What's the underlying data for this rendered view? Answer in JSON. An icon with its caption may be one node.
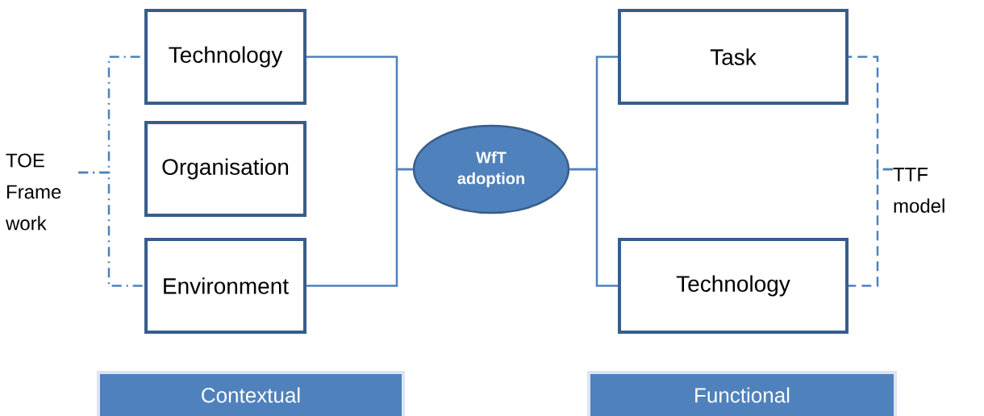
{
  "diagram": {
    "nodes": [
      {
        "text": [
          "Technology"
        ]
      },
      {
        "text": [
          "Organisation"
        ]
      },
      {
        "text": [
          "Environment"
        ]
      },
      {
        "text": [
          "WfT adoption"
        ]
      },
      {
        "text": [
          "Task"
        ]
      },
      {
        "text": [
          "Technology"
        ]
      },
      {
        "text": [
          "TOE Frame work"
        ]
      },
      {
        "text": [
          "TTF model"
        ]
      },
      {
        "text": [
          "Contextual"
        ]
      },
      {
        "text": [
          "Functional"
        ]
      }
    ],
    "edges": [
      {
        "from": 0,
        "to": 3,
        "arrow": "none"
      },
      {
        "from": 2,
        "to": 3,
        "arrow": "none"
      },
      {
        "from": 4,
        "to": 3,
        "arrow": "none"
      },
      {
        "from": 5,
        "to": 3,
        "arrow": "none"
      },
      {
        "from": 6,
        "to": 0,
        "arrow": "none",
        "style": "dashed"
      },
      {
        "from": 6,
        "to": 2,
        "arrow": "none",
        "style": "dashed"
      },
      {
        "from": 7,
        "to": 4,
        "arrow": "none",
        "style": "dashed"
      },
      {
        "from": 7,
        "to": 5,
        "arrow": "none",
        "style": "dashed"
      }
    ]
  }
}
